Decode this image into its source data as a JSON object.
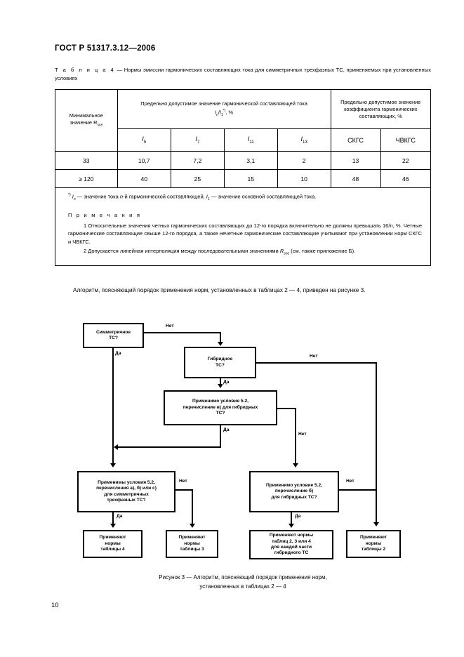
{
  "document": {
    "standard_title": "ГОСТ Р 51317.3.12—2006",
    "page_number": "10"
  },
  "table_caption": {
    "label": "Т а б л и ц а  4",
    "dash": " — ",
    "text": "Нормы эмиссии гармонических составляющих тока для симметричных трехфазных ТС, применяемых при установленных условиях"
  },
  "table": {
    "headers": {
      "col_min": "Минимальное значение R",
      "col_min_sub": "sce",
      "group_current": "Предельно допустимое значение гармонической составляющей тока",
      "group_current_formula_num": "I",
      "group_current_formula_num_sub": "n",
      "group_current_formula_den": "I",
      "group_current_formula_den_sub": "1",
      "group_current_formula_sup": "*)",
      "group_current_formula_unit": ", %",
      "group_coeff": "Предельно допустимое значение коэффициента гармонических составляющих, %",
      "sub_cols": [
        "I5",
        "I7",
        "I11",
        "I13",
        "СКГС",
        "ЧВКГС"
      ],
      "sub_col_symbols": [
        {
          "sym": "I",
          "sub": "5"
        },
        {
          "sym": "I",
          "sub": "7"
        },
        {
          "sym": "I",
          "sub": "11"
        },
        {
          "sym": "I",
          "sub": "13"
        },
        {
          "sym": "СКГС",
          "sub": ""
        },
        {
          "sym": "ЧВКГС",
          "sub": ""
        }
      ]
    },
    "rows": [
      {
        "rsce": "33",
        "i5": "10,7",
        "i7": "7,2",
        "i11": "3,1",
        "i13": "2",
        "skgs": "13",
        "chvkgs": "22"
      },
      {
        "rsce": "≥ 120",
        "i5": "40",
        "i7": "25",
        "i11": "15",
        "i13": "10",
        "skgs": "48",
        "chvkgs": "46"
      }
    ]
  },
  "footnote": {
    "marker": "*)",
    "text_a": " — значение тока ",
    "text_b": "-й гармонической составляющей, ",
    "text_c": " — значение основной составляющей тока.",
    "sym_in": "I",
    "sym_in_sub": "n",
    "sym_n": "n",
    "sym_i1": "I",
    "sym_i1_sub": "1",
    "notes_heading": "П р и м е ч а н и я",
    "note1_part1": "1  Относительные значения четных гармонических составляющих до 12-го порядка включительно не должны превышать 16/",
    "note1_italic": "n",
    "note1_part2": ", %. Четные гармонические составляющие свыше 12-го порядка, а также нечетные гармонические составляющие учитывают при установлении норм СКГС и ЧВКГС.",
    "note2_part1": "2  Допускается линейная интерполяция между последовательными значениями ",
    "note2_sym": "R",
    "note2_sym_sub": "sce",
    "note2_part2": " (см. также приложение Б)."
  },
  "intro_paragraph": "Алгоритм, поясняющий порядок применения норм, установленных в таблицах 2 — 4, приведен на рисунке 3.",
  "flowchart": {
    "boxes": [
      {
        "id": "symmetric",
        "lines": [
          "Симметричное",
          "ТС?"
        ]
      },
      {
        "id": "hybrid",
        "lines": [
          "Гибридное",
          "ТС?"
        ]
      },
      {
        "id": "cond-v-hybrid",
        "lines": [
          "Применимо условие 5.2,",
          "перечисление в) для гибридных",
          "ТС?"
        ]
      },
      {
        "id": "cond-abc-sym",
        "lines": [
          "Применимы условия 5.2,",
          "перечисления а), б) или с)",
          "для симметричных",
          "трехфазных ТС?"
        ]
      },
      {
        "id": "cond-b-hybrid",
        "lines": [
          "Применимо условие 5.2,",
          "перечисление б)",
          "для гибридных ТС?"
        ]
      },
      {
        "id": "result-t4",
        "lines": [
          "Применяют",
          "нормы",
          "таблицы 4"
        ]
      },
      {
        "id": "result-t3",
        "lines": [
          "Применяют",
          "нормы",
          "таблицы 3"
        ]
      },
      {
        "id": "result-t234",
        "lines": [
          "Применяют нормы",
          "таблиц 2, 3 или 4",
          "для каждой части",
          "гибридного ТС"
        ]
      },
      {
        "id": "result-t2",
        "lines": [
          "Применяют",
          "нормы",
          "таблицы 2"
        ]
      }
    ],
    "labels": {
      "yes": "Да",
      "no": "Нет"
    },
    "edge_labels": [
      {
        "id": "sym-no",
        "text": "Нет"
      },
      {
        "id": "sym-yes",
        "text": "Да"
      },
      {
        "id": "hyb-no",
        "text": "Нет"
      },
      {
        "id": "hyb-yes",
        "text": "Да"
      },
      {
        "id": "condv-yes",
        "text": "Да"
      },
      {
        "id": "condv-no",
        "text": "Нет"
      },
      {
        "id": "condabc-no",
        "text": "Нет"
      },
      {
        "id": "condabc-yes",
        "text": "Да"
      },
      {
        "id": "condb-no",
        "text": "Нет"
      },
      {
        "id": "condb-yes",
        "text": "Да"
      }
    ]
  },
  "figure_caption": {
    "line1": "Рисунок 3 — Алгоритм, поясняющий порядок применения норм,",
    "line2": "установленных в таблицах 2 — 4"
  }
}
